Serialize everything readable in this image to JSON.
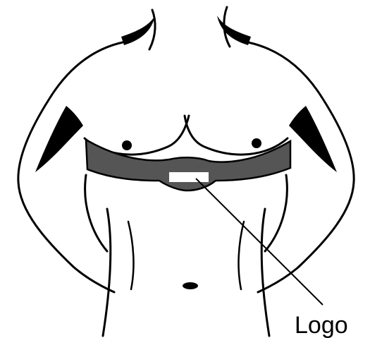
{
  "diagram": {
    "callout_label": "Logo"
  },
  "colors": {
    "outline": "#000000",
    "strap": "#555555",
    "logo_plate": "#ffffff",
    "background": "#ffffff"
  },
  "icons": {
    "figure": "male-torso-outline",
    "device": "chest-strap-heart-rate-monitor"
  }
}
